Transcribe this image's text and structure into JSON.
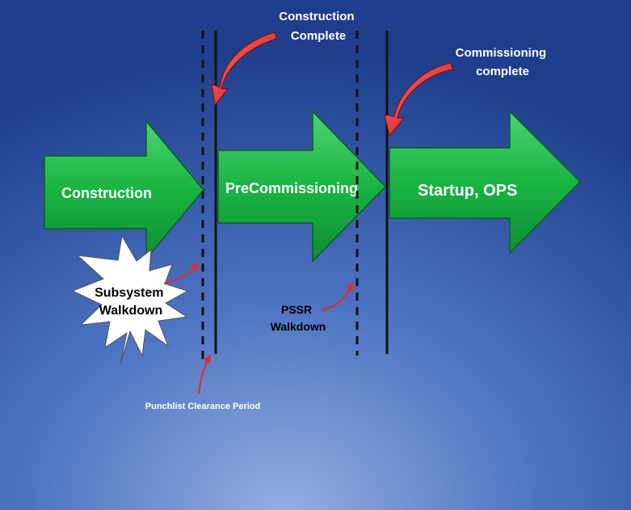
{
  "diagram": {
    "phases": [
      {
        "label": "Construction",
        "color": "#19b543"
      },
      {
        "label": "PreCommissioning",
        "color": "#19b543"
      },
      {
        "label": "Startup, OPS",
        "color": "#19b543"
      }
    ],
    "callouts": {
      "construction_complete": [
        "Construction",
        "Complete"
      ],
      "commissioning_complete": [
        "Commissioning",
        "complete"
      ],
      "subsystem_walkdown": [
        "Subsystem",
        "Walkdown"
      ],
      "pssr_walkdown": [
        "PSSR",
        "Walkdown"
      ],
      "punchlist_period": "Punchlist Clearance Period"
    },
    "colors": {
      "background_center": "#8fa8dc",
      "background_edge": "#1f3f8c",
      "arrow_fill": "#19b543",
      "arrow_stroke": "#0b5f22",
      "callout_arrow": "#e8282d",
      "milestone_line": "#111111"
    }
  }
}
